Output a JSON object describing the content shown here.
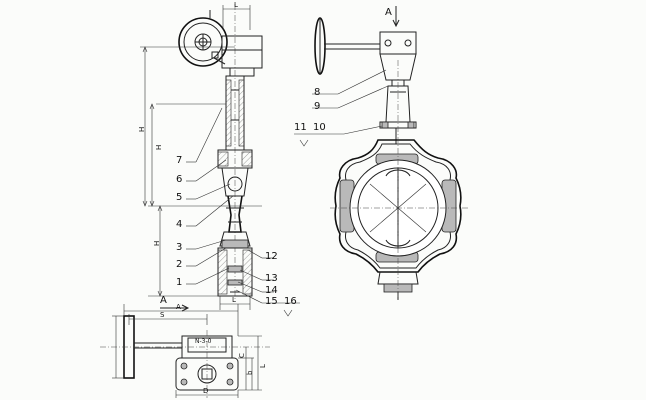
{
  "callouts": {
    "n1": "1",
    "n2": "2",
    "n3": "3",
    "n4": "4",
    "n5": "5",
    "n6": "6",
    "n7": "7",
    "n8": "8",
    "n9": "9",
    "n10": "10",
    "n11": "11",
    "n12": "12",
    "n13": "13",
    "n14": "14",
    "n15": "15",
    "n16": "16"
  },
  "view_labels": {
    "view_a_top": "A",
    "view_a_bottom": "A"
  },
  "dimension_labels": {
    "l_top": "L",
    "h_upper": "H",
    "h_middle": "H",
    "h_lower": "H",
    "l_bottom": "L",
    "s": "S",
    "a": "A",
    "d": "D",
    "c": "C",
    "b": "b",
    "l_right": "L"
  },
  "nameplate": {
    "text": "N-3-0"
  }
}
